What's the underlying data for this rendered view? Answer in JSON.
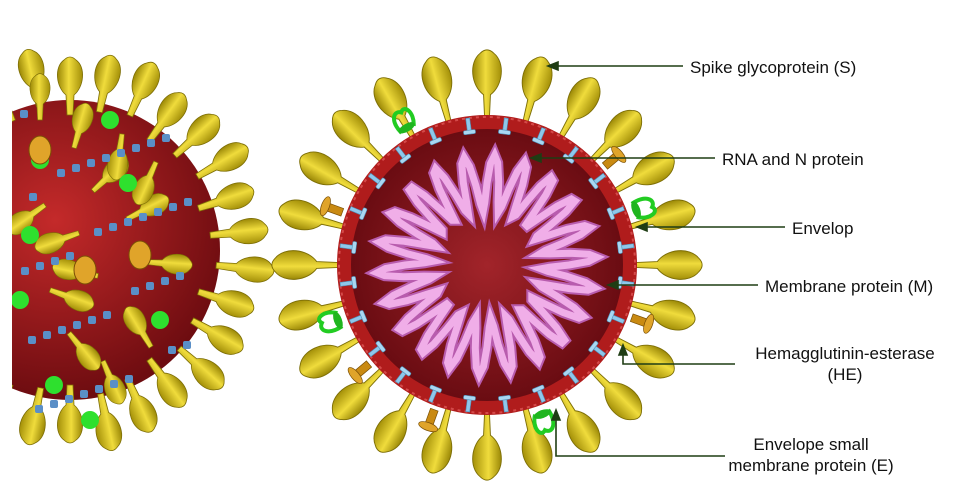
{
  "labels": {
    "spike": "Spike glycoprotein (S)",
    "rna": "RNA and N protein",
    "envelop": "Envelop",
    "membrane": "Membrane  protein (M)",
    "he_line1": "Hemagglutinin-esterase",
    "he_line2": "(HE)",
    "e_line1": "Envelope small",
    "e_line2": "membrane  protein (E)"
  },
  "colors": {
    "spike": "#d8c21a",
    "spike_dark": "#8a7a06",
    "envelope": "#b01c1c",
    "interior": "#8a1218",
    "rna": "#e89be0",
    "membrane_protein": "#8fc7ea",
    "e_protein": "#22cc22",
    "he_protein": "#c98a12",
    "leader_line": "#1f3d14"
  }
}
